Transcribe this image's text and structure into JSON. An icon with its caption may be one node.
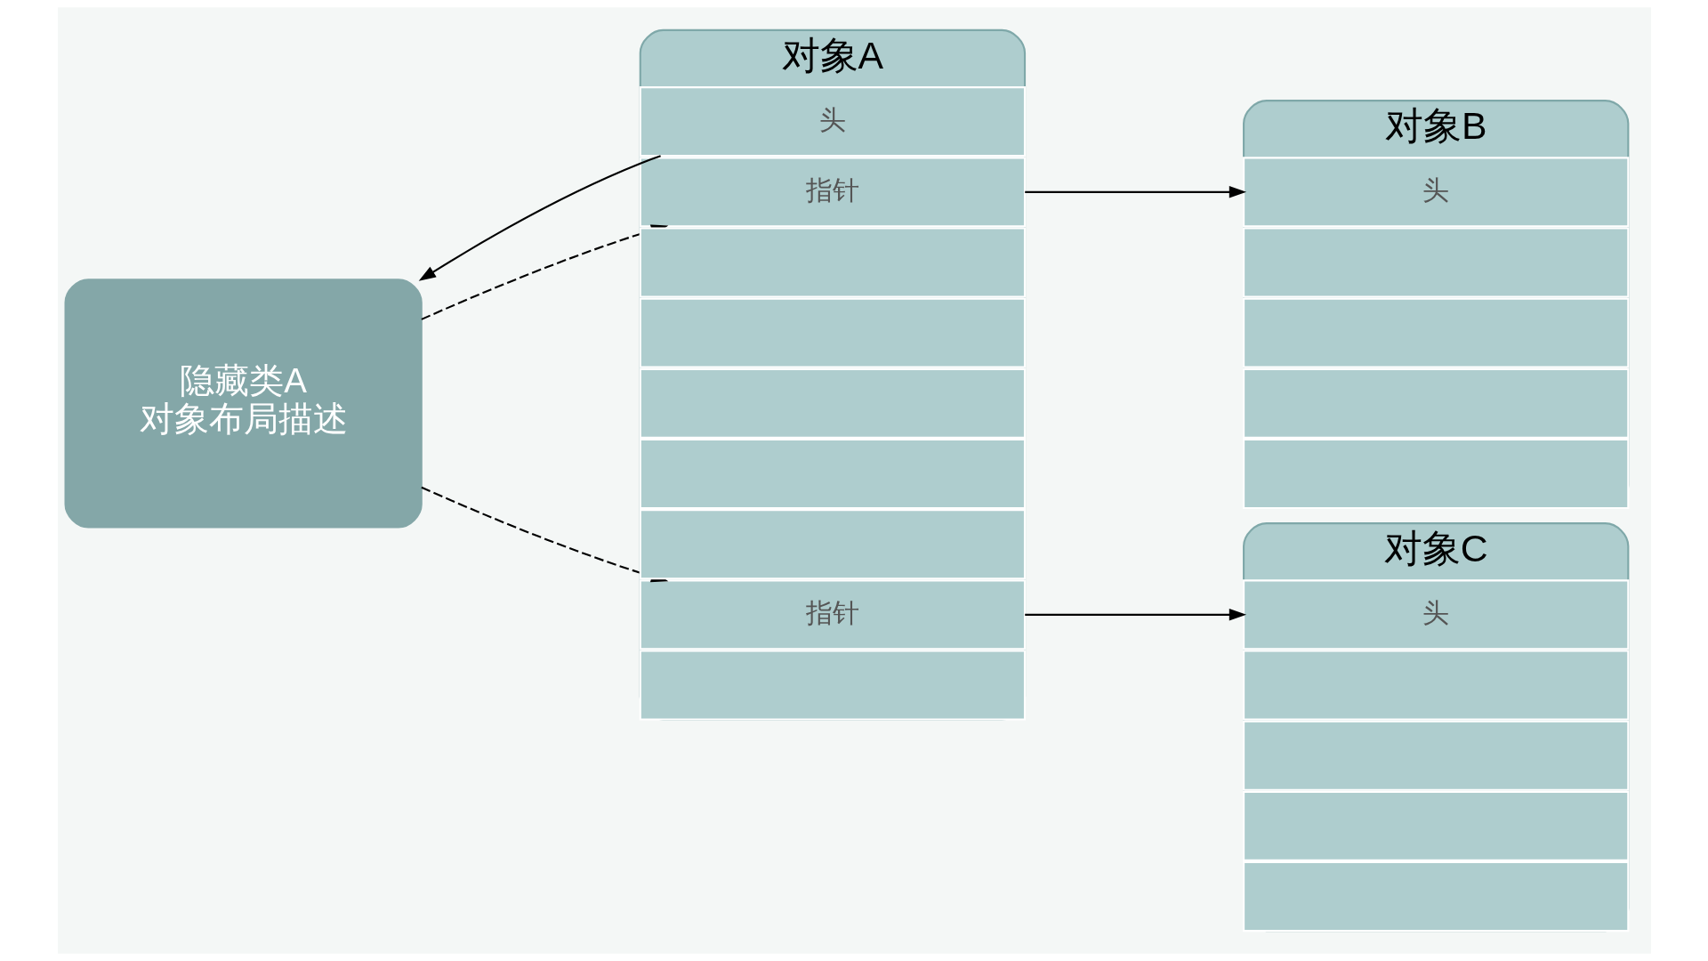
{
  "diagram": {
    "nodes": [
      {
        "text": [
          "隐藏类A",
          "对象布局描述"
        ]
      },
      {
        "text": [
          "对象A"
        ]
      },
      {
        "text": [
          "头"
        ],
        "in": 1
      },
      {
        "text": [
          "指针"
        ],
        "in": 1
      },
      {
        "text": [],
        "shape": "box",
        "in": 1
      },
      {
        "text": [],
        "shape": "box",
        "in": 1
      },
      {
        "text": [],
        "shape": "box",
        "in": 1
      },
      {
        "text": [],
        "shape": "box",
        "in": 1
      },
      {
        "text": [],
        "shape": "box",
        "in": 1
      },
      {
        "text": [
          "指针"
        ],
        "in": 1
      },
      {
        "text": [],
        "shape": "box",
        "in": 1
      },
      {
        "text": [
          "对象B"
        ]
      },
      {
        "text": [
          "头"
        ],
        "in": 11
      },
      {
        "text": [],
        "shape": "box",
        "in": 11
      },
      {
        "text": [],
        "shape": "box",
        "in": 11
      },
      {
        "text": [],
        "shape": "box",
        "in": 11
      },
      {
        "text": [],
        "shape": "box",
        "in": 11
      },
      {
        "text": [
          "对象C"
        ]
      },
      {
        "text": [
          "头"
        ],
        "in": 17
      },
      {
        "text": [],
        "shape": "box",
        "in": 17
      },
      {
        "text": [],
        "shape": "box",
        "in": 17
      },
      {
        "text": [],
        "shape": "box",
        "in": 17
      },
      {
        "text": [],
        "shape": "box",
        "in": 17
      }
    ],
    "edges": [
      {
        "from": 2,
        "to": 0,
        "arrow": "to"
      },
      {
        "from": 0,
        "to": 3,
        "arrow": "to",
        "style": "dashed"
      },
      {
        "from": 0,
        "to": 9,
        "arrow": "to",
        "style": "dashed"
      },
      {
        "from": 3,
        "to": 12,
        "arrow": "to"
      },
      {
        "from": 9,
        "to": 18,
        "arrow": "to"
      }
    ]
  }
}
